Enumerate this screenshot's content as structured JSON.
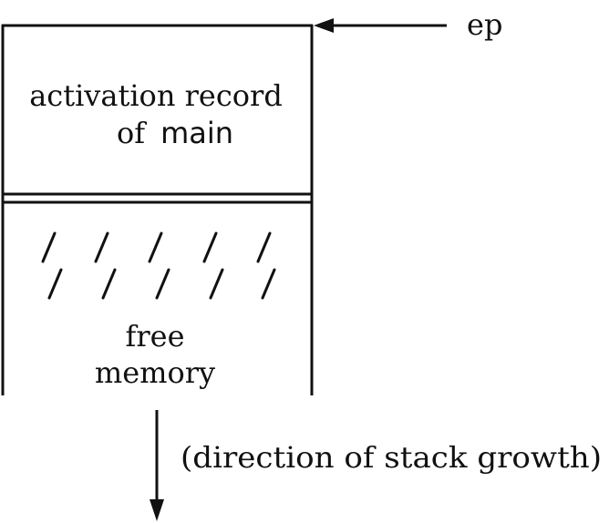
{
  "diagram": {
    "record_label_line1": "activation record",
    "record_label_of": "of",
    "record_label_func": "main",
    "free_label_line1": "free",
    "free_label_line2": "memory",
    "pointer_label": "ep",
    "growth_label": "(direction of stack growth)"
  },
  "colors": {
    "ink": "#111111",
    "background": "#ffffff"
  }
}
